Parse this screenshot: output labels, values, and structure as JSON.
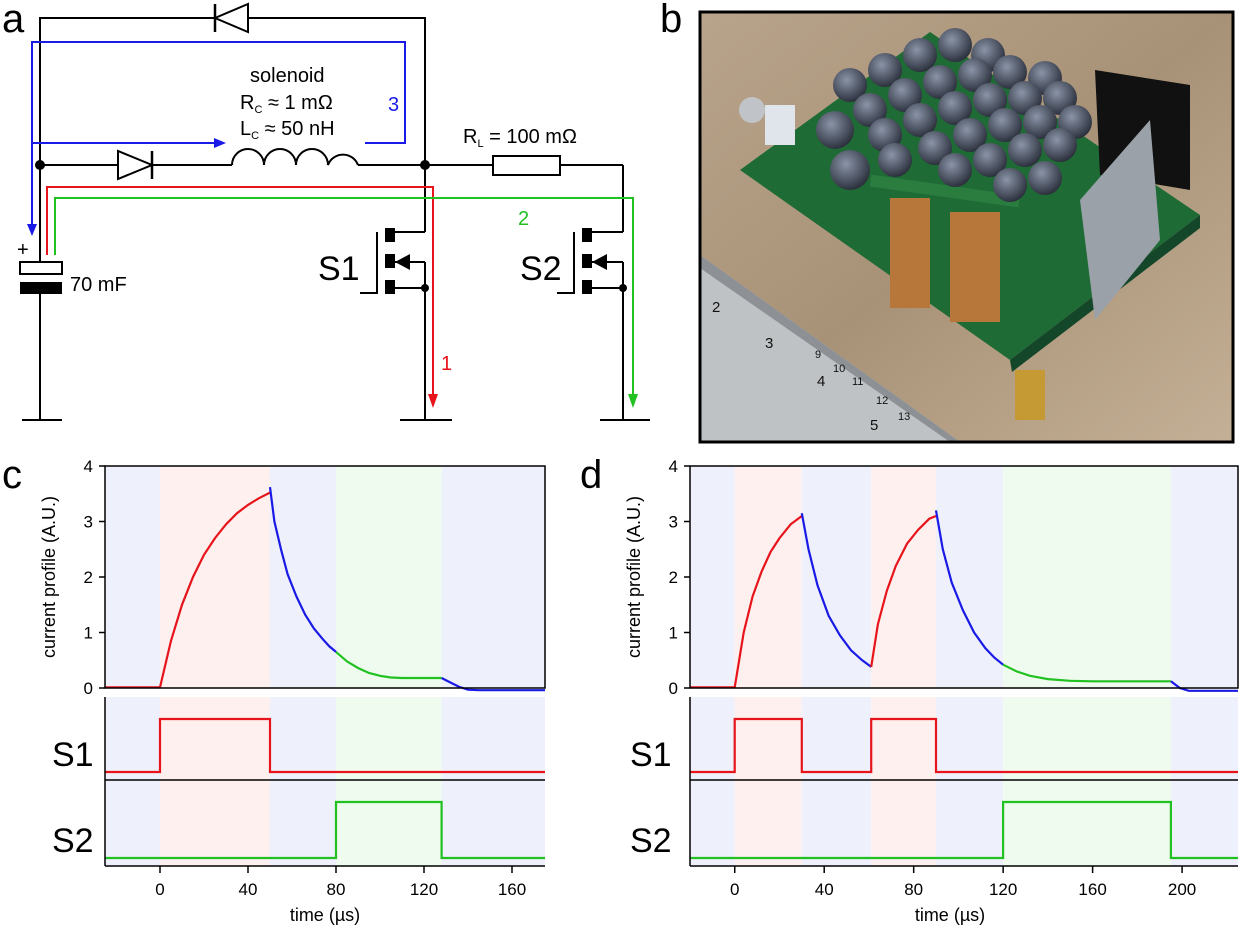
{
  "panels": {
    "a": "a",
    "b": "b",
    "c": "c",
    "d": "d"
  },
  "circuit": {
    "solenoid_title": "solenoid",
    "rc_sym": "R",
    "rc_sub": "C",
    "rc_val": " ≈ 1 mΩ",
    "lc_sym": "L",
    "lc_sub": "C",
    "lc_val": " ≈ 50 nH",
    "rl_sym": "R",
    "rl_sub": "L",
    "rl_val": " = 100 mΩ",
    "cap_label": "70 mF",
    "cap_plus": "+",
    "s1": "S1",
    "s2": "S2",
    "path1": "1",
    "path2": "2",
    "path3": "3",
    "colors": {
      "path1": "#e8141b",
      "path2": "#21c121",
      "path3": "#1a1ae6"
    }
  },
  "photo": {
    "ruler_digits": [
      "2",
      "3",
      "4",
      "5",
      "9",
      "10",
      "11",
      "12",
      "13"
    ]
  },
  "chart_data": [
    {
      "type": "line",
      "panel": "c",
      "ylabel": "current profile (A.U.)",
      "xlim": [
        -25,
        175
      ],
      "ylim": [
        0,
        4
      ],
      "yticks": [
        0,
        1,
        2,
        3,
        4
      ],
      "phases": [
        {
          "from": -25,
          "to": 0,
          "color": "#eef0fb"
        },
        {
          "from": 0,
          "to": 50,
          "color": "#fdf0ee"
        },
        {
          "from": 50,
          "to": 80,
          "color": "#eef0fb"
        },
        {
          "from": 80,
          "to": 128,
          "color": "#effbef"
        },
        {
          "from": 128,
          "to": 175,
          "color": "#eef0fb"
        }
      ],
      "segments": [
        {
          "color": "#e8141b",
          "points": [
            [
              -25,
              0.01
            ],
            [
              0,
              0.01
            ],
            [
              5,
              0.85
            ],
            [
              10,
              1.5
            ],
            [
              15,
              2.0
            ],
            [
              20,
              2.4
            ],
            [
              25,
              2.7
            ],
            [
              30,
              2.95
            ],
            [
              35,
              3.15
            ],
            [
              40,
              3.3
            ],
            [
              45,
              3.42
            ],
            [
              50,
              3.52
            ]
          ]
        },
        {
          "color": "#1a1ae6",
          "points": [
            [
              50,
              3.62
            ],
            [
              52,
              3.0
            ],
            [
              55,
              2.5
            ],
            [
              58,
              2.05
            ],
            [
              62,
              1.65
            ],
            [
              66,
              1.32
            ],
            [
              70,
              1.07
            ],
            [
              74,
              0.88
            ],
            [
              77,
              0.75
            ],
            [
              80,
              0.65
            ]
          ]
        },
        {
          "color": "#21c121",
          "points": [
            [
              80,
              0.65
            ],
            [
              85,
              0.48
            ],
            [
              90,
              0.36
            ],
            [
              95,
              0.27
            ],
            [
              100,
              0.22
            ],
            [
              105,
              0.19
            ],
            [
              110,
              0.18
            ],
            [
              115,
              0.18
            ],
            [
              120,
              0.18
            ],
            [
              125,
              0.18
            ],
            [
              128,
              0.18
            ]
          ]
        },
        {
          "color": "#1a1ae6",
          "points": [
            [
              128,
              0.18
            ],
            [
              132,
              0.1
            ],
            [
              136,
              0.02
            ],
            [
              140,
              -0.03
            ],
            [
              145,
              -0.04
            ],
            [
              155,
              -0.04
            ],
            [
              165,
              -0.04
            ],
            [
              175,
              -0.04
            ]
          ]
        }
      ],
      "switches": [
        {
          "label": "S1",
          "color": "#e8141b",
          "on": [
            [
              0,
              50
            ]
          ]
        },
        {
          "label": "S2",
          "color": "#21c121",
          "on": [
            [
              80,
              128
            ]
          ]
        }
      ],
      "xticks": [
        0,
        40,
        80,
        120,
        160
      ],
      "xlabel": "time (µs)"
    },
    {
      "type": "line",
      "panel": "d",
      "ylabel": "current profile (A.U.)",
      "xlim": [
        -20,
        225
      ],
      "ylim": [
        0,
        4
      ],
      "yticks": [
        0,
        1,
        2,
        3,
        4
      ],
      "phases": [
        {
          "from": -20,
          "to": 0,
          "color": "#eef0fb"
        },
        {
          "from": 0,
          "to": 30,
          "color": "#fdf0ee"
        },
        {
          "from": 30,
          "to": 61,
          "color": "#eef0fb"
        },
        {
          "from": 61,
          "to": 90,
          "color": "#fdf0ee"
        },
        {
          "from": 90,
          "to": 120,
          "color": "#eef0fb"
        },
        {
          "from": 120,
          "to": 195,
          "color": "#effbef"
        },
        {
          "from": 195,
          "to": 225,
          "color": "#eef0fb"
        }
      ],
      "segments": [
        {
          "color": "#e8141b",
          "points": [
            [
              -20,
              0.01
            ],
            [
              0,
              0.01
            ],
            [
              4,
              1.0
            ],
            [
              8,
              1.65
            ],
            [
              12,
              2.1
            ],
            [
              16,
              2.45
            ],
            [
              20,
              2.7
            ],
            [
              25,
              2.95
            ],
            [
              30,
              3.1
            ]
          ]
        },
        {
          "color": "#1a1ae6",
          "points": [
            [
              30,
              3.15
            ],
            [
              33,
              2.5
            ],
            [
              37,
              1.85
            ],
            [
              42,
              1.3
            ],
            [
              47,
              0.95
            ],
            [
              52,
              0.68
            ],
            [
              57,
              0.5
            ],
            [
              61,
              0.38
            ]
          ]
        },
        {
          "color": "#e8141b",
          "points": [
            [
              61,
              0.38
            ],
            [
              64,
              1.15
            ],
            [
              68,
              1.75
            ],
            [
              72,
              2.2
            ],
            [
              77,
              2.6
            ],
            [
              82,
              2.85
            ],
            [
              87,
              3.05
            ],
            [
              90,
              3.1
            ]
          ]
        },
        {
          "color": "#1a1ae6",
          "points": [
            [
              90,
              3.2
            ],
            [
              93,
              2.5
            ],
            [
              97,
              1.9
            ],
            [
              102,
              1.4
            ],
            [
              107,
              1.0
            ],
            [
              112,
              0.72
            ],
            [
              116,
              0.55
            ],
            [
              120,
              0.42
            ]
          ]
        },
        {
          "color": "#21c121",
          "points": [
            [
              120,
              0.42
            ],
            [
              126,
              0.3
            ],
            [
              132,
              0.22
            ],
            [
              140,
              0.16
            ],
            [
              150,
              0.13
            ],
            [
              160,
              0.12
            ],
            [
              170,
              0.12
            ],
            [
              180,
              0.12
            ],
            [
              190,
              0.12
            ],
            [
              195,
              0.12
            ]
          ]
        },
        {
          "color": "#1a1ae6",
          "points": [
            [
              195,
              0.12
            ],
            [
              199,
              0.0
            ],
            [
              203,
              -0.05
            ],
            [
              210,
              -0.05
            ],
            [
              225,
              -0.05
            ]
          ]
        }
      ],
      "switches": [
        {
          "label": "S1",
          "color": "#e8141b",
          "on": [
            [
              0,
              30
            ],
            [
              61,
              90
            ]
          ]
        },
        {
          "label": "S2",
          "color": "#21c121",
          "on": [
            [
              120,
              195
            ]
          ]
        }
      ],
      "xticks": [
        0,
        40,
        80,
        120,
        160,
        200
      ],
      "xlabel": "time (µs)"
    }
  ]
}
